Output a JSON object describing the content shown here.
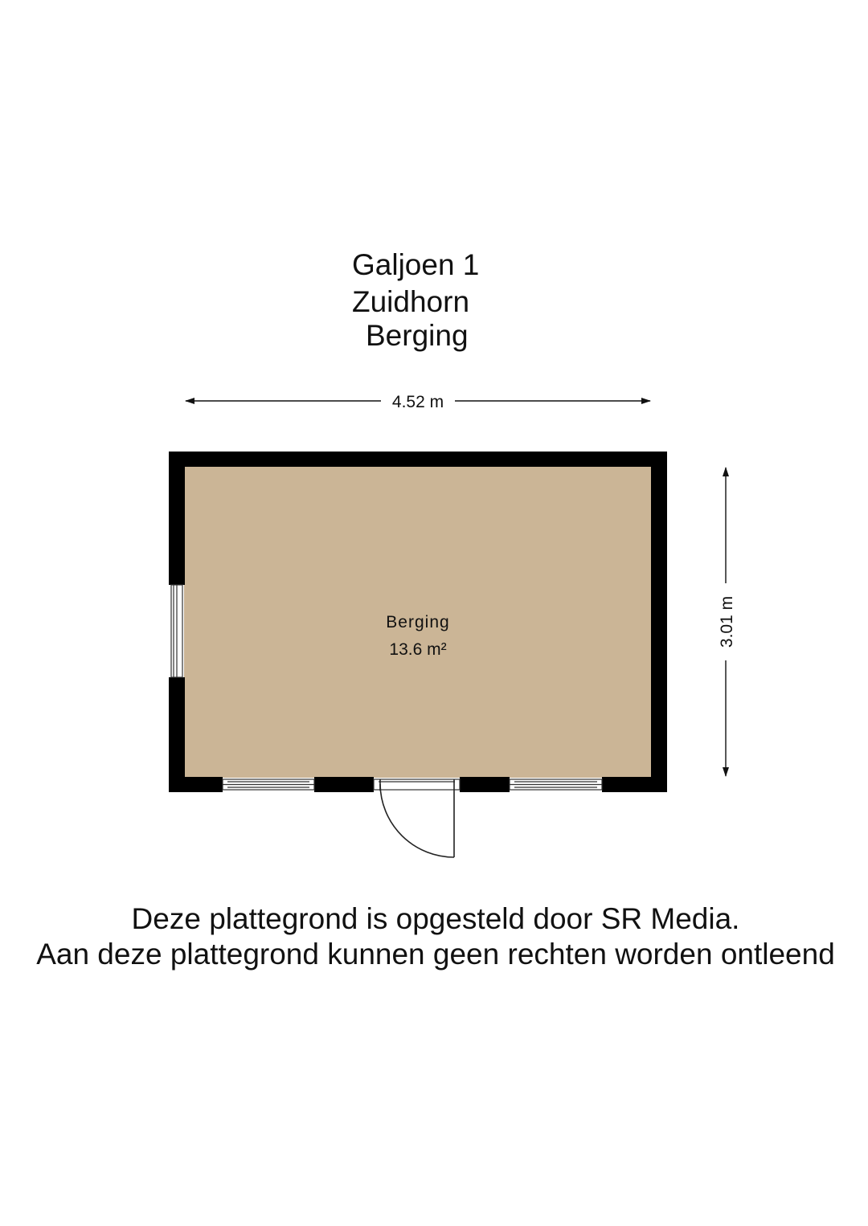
{
  "header": {
    "address": "Galjoen 1",
    "city": "Zuidhorn",
    "floor": "Berging"
  },
  "plan": {
    "width_label": "4.52 m",
    "height_label": "3.01 m",
    "room": {
      "name": "Berging",
      "area": "13.6 m²"
    },
    "colors": {
      "floor": "#CBB596",
      "wall": "#000000",
      "window_glass": "#ffffff"
    }
  },
  "footer": {
    "line1": "Deze plattegrond is opgesteld door SR Media.",
    "line2": "Aan deze plattegrond kunnen geen rechten worden ontleend"
  }
}
